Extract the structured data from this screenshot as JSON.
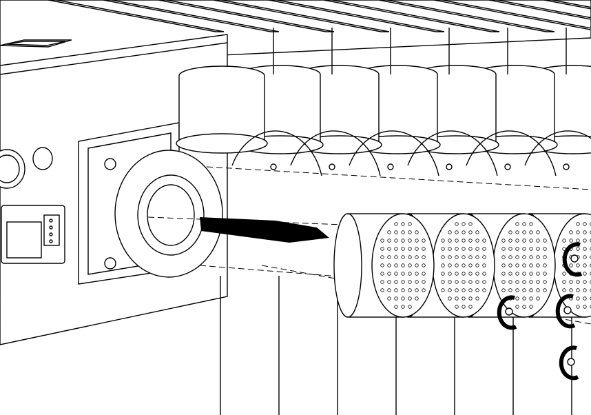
{
  "drawing": {
    "kind": "exploded-assembly-line-drawing",
    "colors": {
      "line": "#000000",
      "background": "#ffffff",
      "arrow": "#000000"
    },
    "parts": {
      "rails": 11,
      "cups": 7,
      "flanges": 7,
      "rods": 7,
      "screen_baskets": 4,
      "retaining_clips": 4
    }
  }
}
